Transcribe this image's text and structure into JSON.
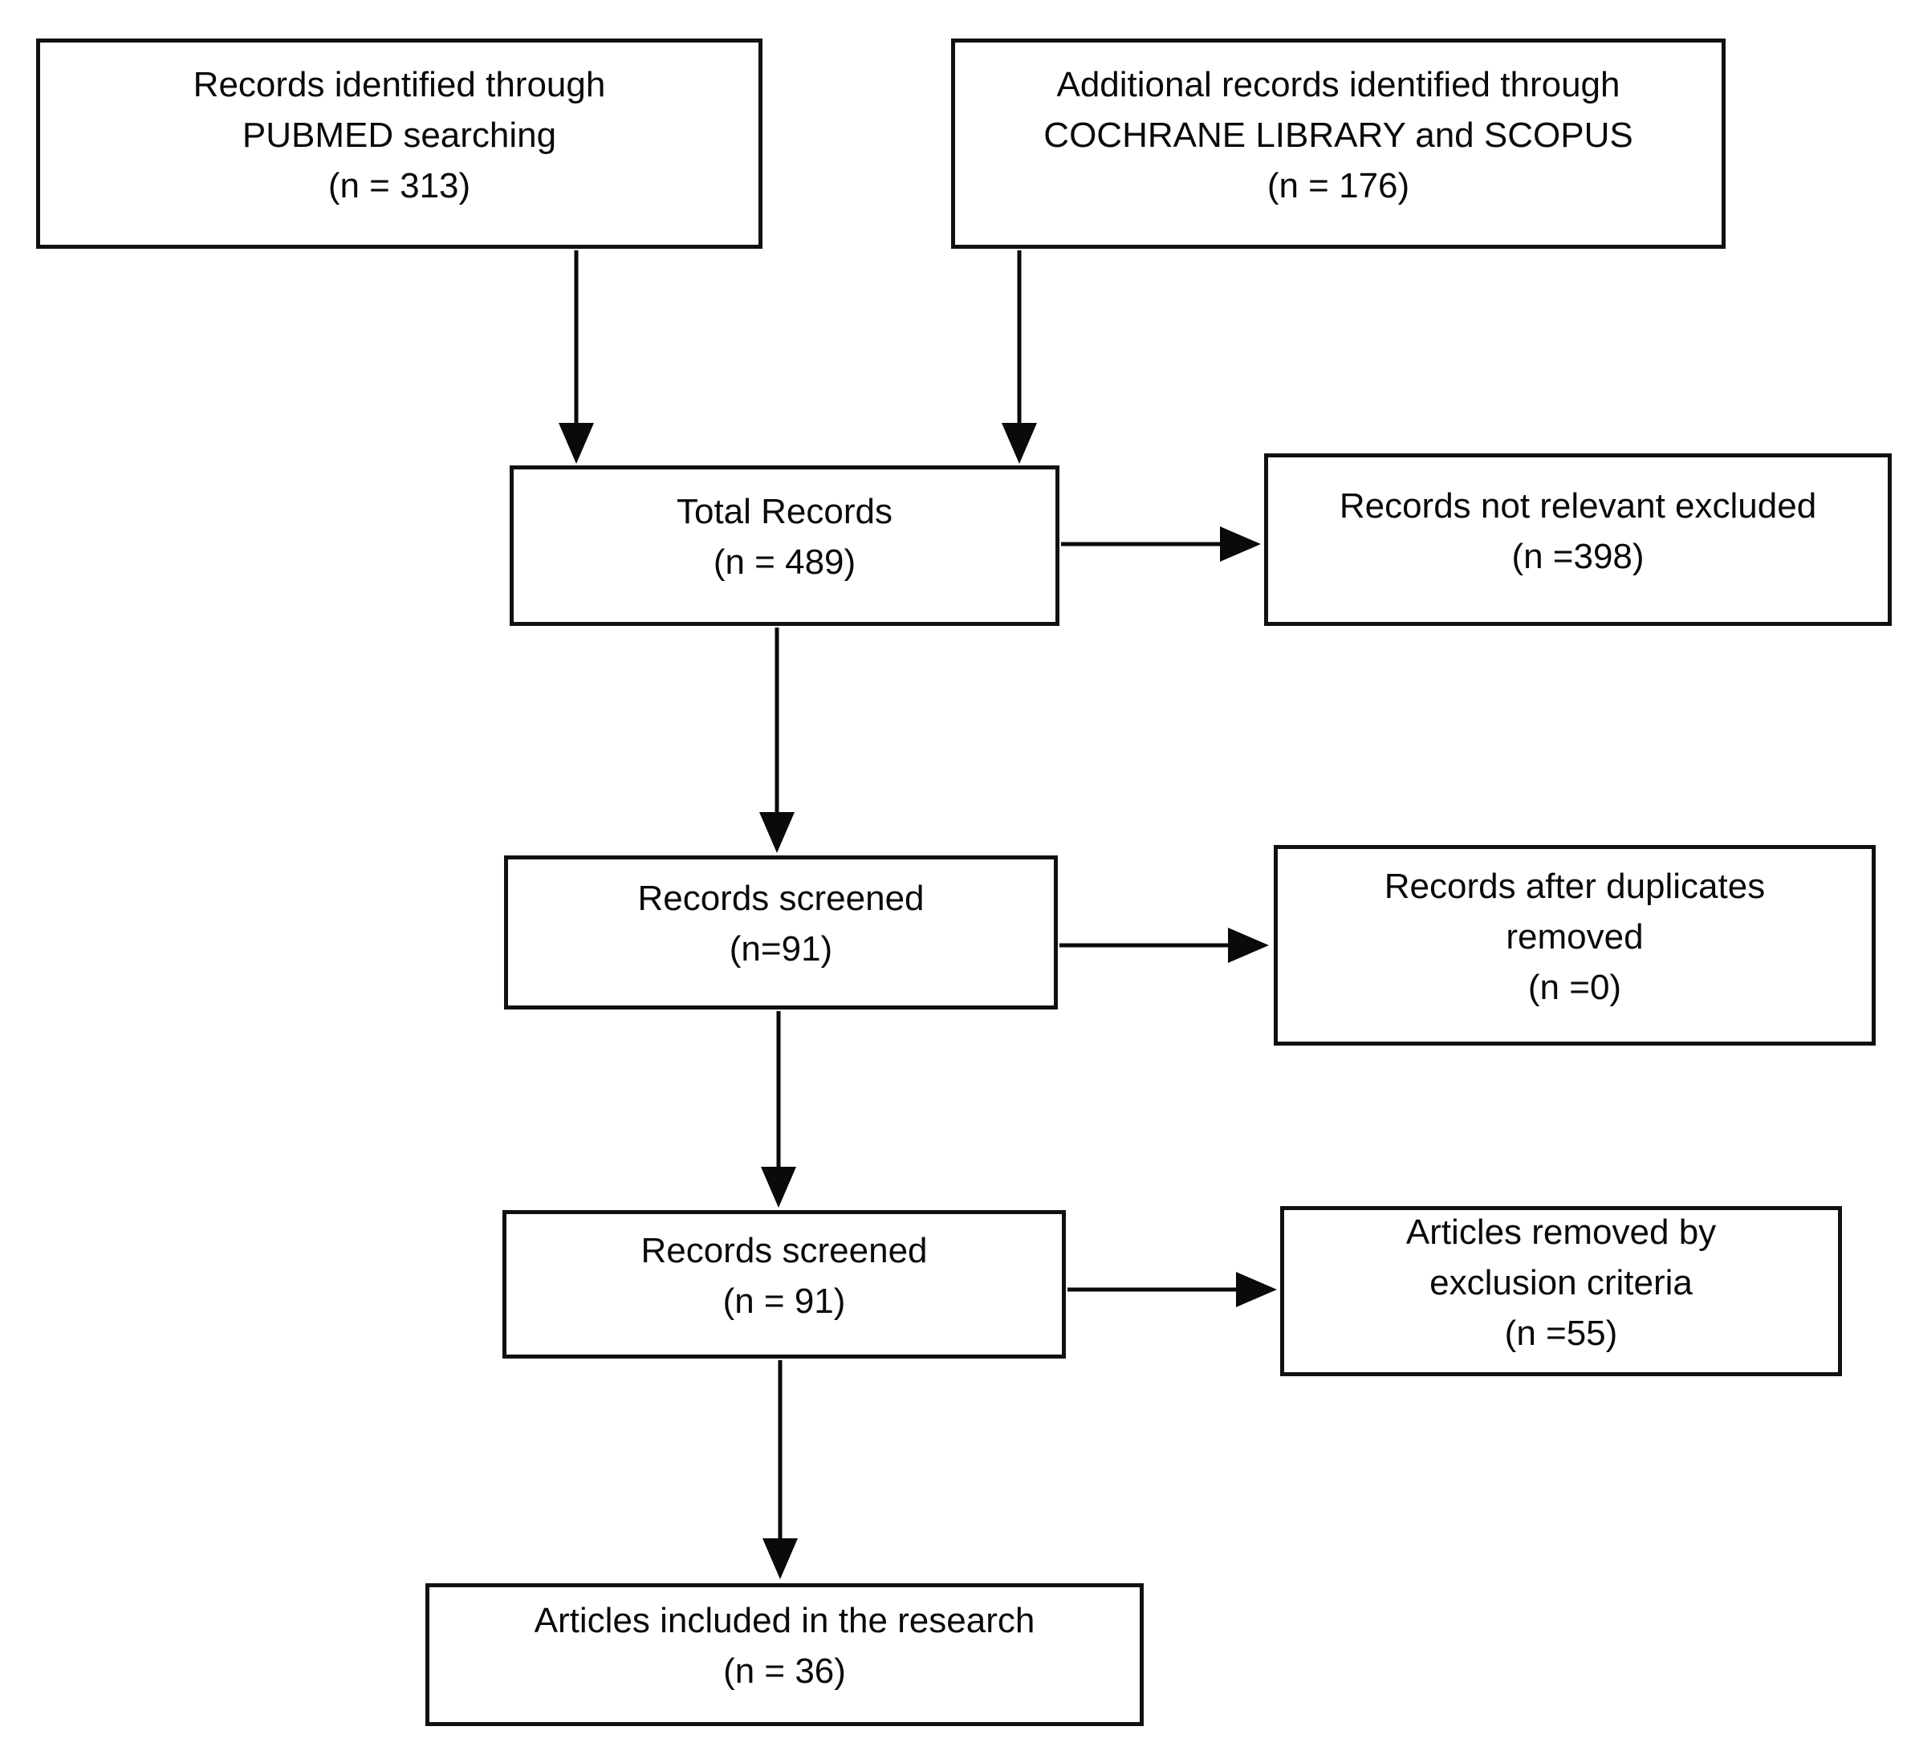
{
  "page": {
    "background_color": "#ffffff",
    "ink_color": "#0a0a0a"
  },
  "diagram": {
    "type": "flowchart",
    "boxes": {
      "pubmed": {
        "lines": [
          "Records identified through",
          "PUBMED searching",
          "(n = 313)"
        ]
      },
      "cochrane": {
        "lines": [
          "Additional records identified through",
          "COCHRANE LIBRARY and SCOPUS",
          "(n = 176)"
        ]
      },
      "total": {
        "lines": [
          "Total Records",
          "(n = 489)"
        ]
      },
      "not_relevant": {
        "lines": [
          "Records not relevant excluded",
          "(n =398)"
        ]
      },
      "screened_first": {
        "lines": [
          "Records screened",
          "(n=91)"
        ]
      },
      "duplicates": {
        "lines": [
          "Records after duplicates",
          "removed",
          "(n =0)"
        ]
      },
      "screened_second": {
        "lines": [
          "Records screened",
          "(n = 91)"
        ]
      },
      "exclusion_criteria": {
        "lines": [
          "Articles removed by",
          "exclusion criteria",
          "(n =55)"
        ]
      },
      "included": {
        "lines": [
          "Articles included in the research",
          "(n = 36)"
        ]
      }
    }
  }
}
